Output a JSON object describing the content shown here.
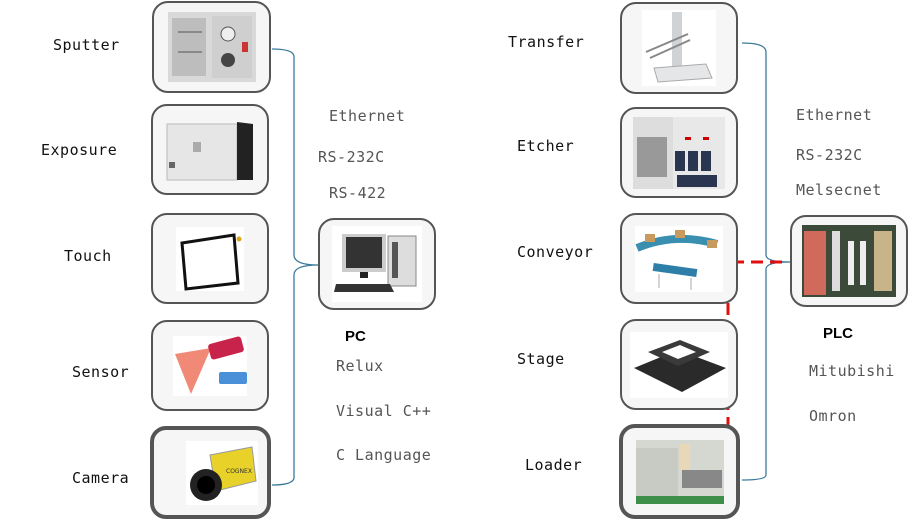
{
  "left_group": {
    "devices": [
      {
        "label": "Sputter",
        "icon": "sputter-machine-image"
      },
      {
        "label": "Exposure",
        "icon": "exposure-machine-image"
      },
      {
        "label": "Touch",
        "icon": "touch-panel-image"
      },
      {
        "label": "Sensor",
        "icon": "laser-sensor-image"
      },
      {
        "label": "Camera",
        "icon": "camera-image"
      }
    ],
    "protocols": [
      "Ethernet",
      "RS-232C",
      "RS-422"
    ],
    "controller": {
      "title": "PC",
      "icon": "desktop-pc-image"
    },
    "software": [
      "Relux",
      "Visual C++",
      "C Language"
    ]
  },
  "right_group": {
    "devices": [
      {
        "label": "Transfer",
        "icon": "transfer-robot-image"
      },
      {
        "label": "Etcher",
        "icon": "etcher-machine-image"
      },
      {
        "label": "Conveyor",
        "icon": "conveyor-image"
      },
      {
        "label": "Stage",
        "icon": "stage-image"
      },
      {
        "label": "Loader",
        "icon": "loader-machine-image"
      }
    ],
    "protocols": [
      "Ethernet",
      "RS-232C",
      "Melsecnet"
    ],
    "controller": {
      "title": "PLC",
      "icon": "plc-rack-image"
    },
    "vendors": [
      "Mitubishi",
      "Omron"
    ]
  },
  "colors": {
    "connector": "#3a7a9a",
    "highlight": "#e01010"
  }
}
